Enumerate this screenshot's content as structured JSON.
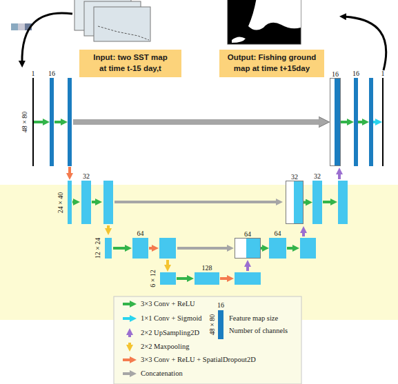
{
  "diagram": {
    "nodes": [
      {
        "text": [
          "Input: two SST map at time t-15 day,t"
        ]
      },
      {
        "text": [
          "Output: Fishing ground map at time t+15day"
        ]
      },
      {
        "text": [
          "1"
        ]
      },
      {
        "text": [
          "16"
        ]
      },
      {
        "text": [
          "16"
        ]
      },
      {
        "text": [
          "16"
        ]
      },
      {
        "text": [
          "1"
        ]
      },
      {
        "text": [
          "32"
        ]
      },
      {
        "text": [
          "32"
        ]
      },
      {
        "text": [
          "32"
        ]
      },
      {
        "text": [
          "64"
        ]
      },
      {
        "text": [
          "64"
        ]
      },
      {
        "text": [
          "64"
        ]
      },
      {
        "text": [
          "128"
        ]
      }
    ],
    "edges": [
      {
        "from": 2,
        "to": 3,
        "arrow": "to"
      },
      {
        "from": 4,
        "to": 5,
        "arrow": "to"
      },
      {
        "from": 8,
        "to": 9,
        "arrow": "to"
      },
      {
        "from": 11,
        "to": 12,
        "arrow": "to"
      }
    ],
    "labels": [
      "48 × 80",
      "24 × 40",
      "12 × 24",
      "6 × 12",
      "16",
      "48 × 80"
    ],
    "legend": [
      {
        "text": "3×3 Conv + ReLU",
        "color": "#33b44a"
      },
      {
        "text": "1×1 Conv + Sigmoid",
        "color": "#2ad4ee"
      },
      {
        "text": "2×2 UpSampling2D",
        "color": "#9b6fd0"
      },
      {
        "text": "2×2 Maxpooling",
        "color": "#f4c430"
      },
      {
        "text": "3×3 Conv + ReLU + SpatialDropout2D",
        "color": "#f47b4f"
      },
      {
        "text": "Concatenation",
        "color": "#a6a6a6"
      },
      {
        "text": "Feature map size"
      },
      {
        "text": "Number of channels"
      }
    ]
  }
}
